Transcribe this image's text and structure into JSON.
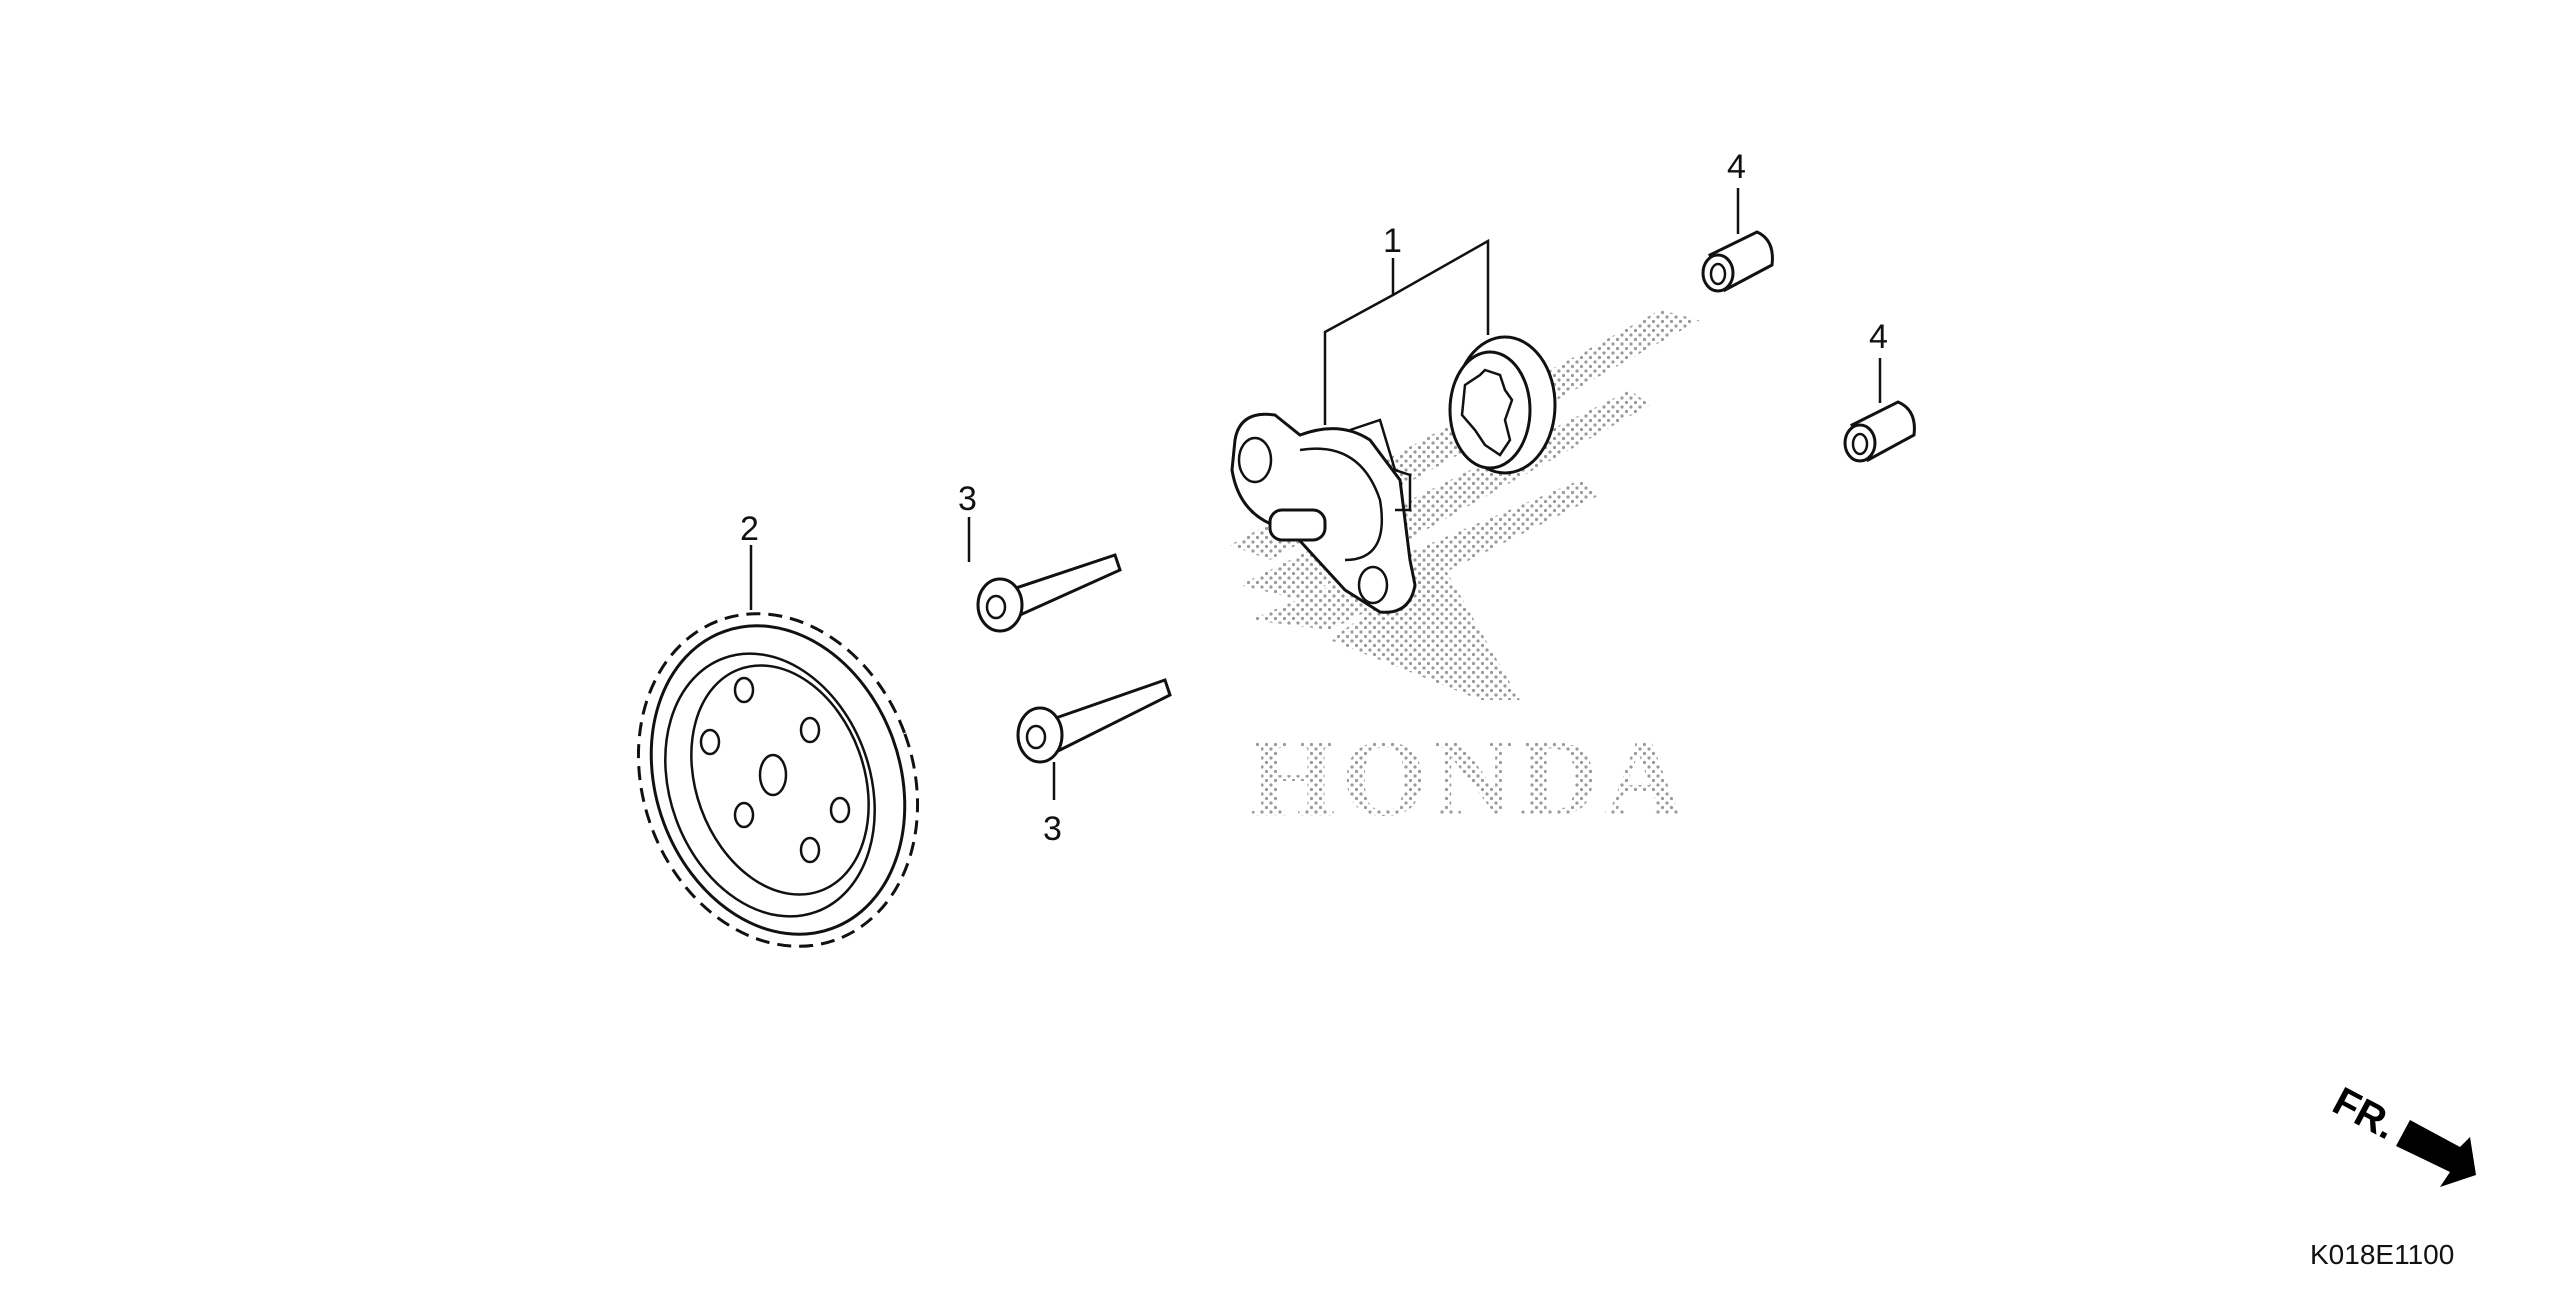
{
  "diagram": {
    "callouts": [
      {
        "id": "1",
        "label": "1"
      },
      {
        "id": "2",
        "label": "2"
      },
      {
        "id": "3a",
        "label": "3"
      },
      {
        "id": "3b",
        "label": "3"
      },
      {
        "id": "4a",
        "label": "4"
      },
      {
        "id": "4b",
        "label": "4"
      }
    ],
    "watermark": "HONDA",
    "direction_label": "FR.",
    "diagram_code": "K018E1100",
    "colors": {
      "ink": "#111111",
      "background": "#ffffff",
      "watermark_dots": "#9a9a9a"
    }
  }
}
